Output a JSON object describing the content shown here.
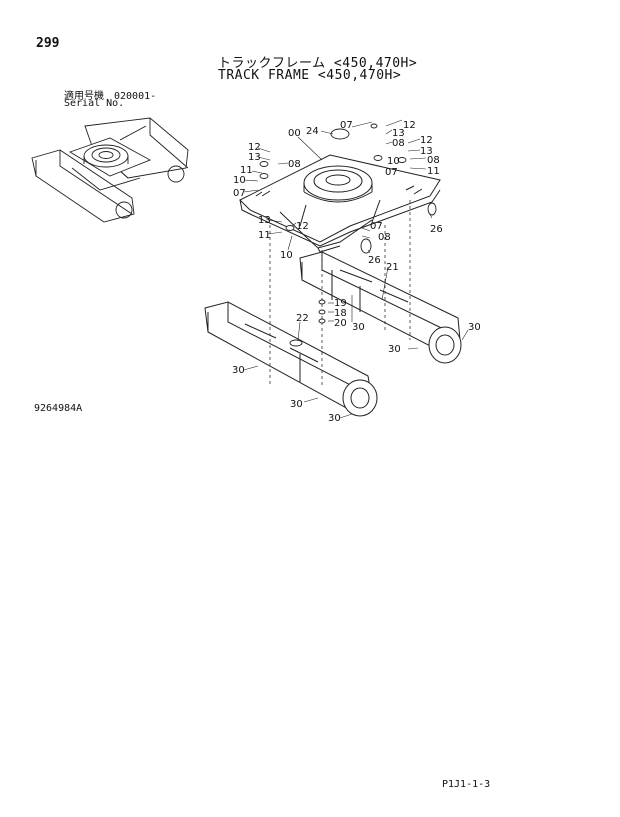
{
  "header": {
    "page_number": "299",
    "title_jp": "トラックフレーム <450,470H>",
    "title_en": "TRACK FRAME <450,470H>",
    "serial_label_jp": "適用号機　020001-",
    "serial_label_en": "Serial No."
  },
  "footer": {
    "drawing_number": "9264984A",
    "page_code": "P1J1-1-3"
  },
  "callouts": [
    "00",
    "07",
    "12",
    "13",
    "08",
    "24",
    "12",
    "13",
    "11",
    "10",
    "07",
    "08",
    "12",
    "13",
    "08",
    "11",
    "10",
    "07",
    "12",
    "13",
    "11",
    "10",
    "07",
    "08",
    "26",
    "26",
    "21",
    "19",
    "18",
    "20",
    "30",
    "22",
    "30",
    "30",
    "30",
    "30",
    "30"
  ]
}
